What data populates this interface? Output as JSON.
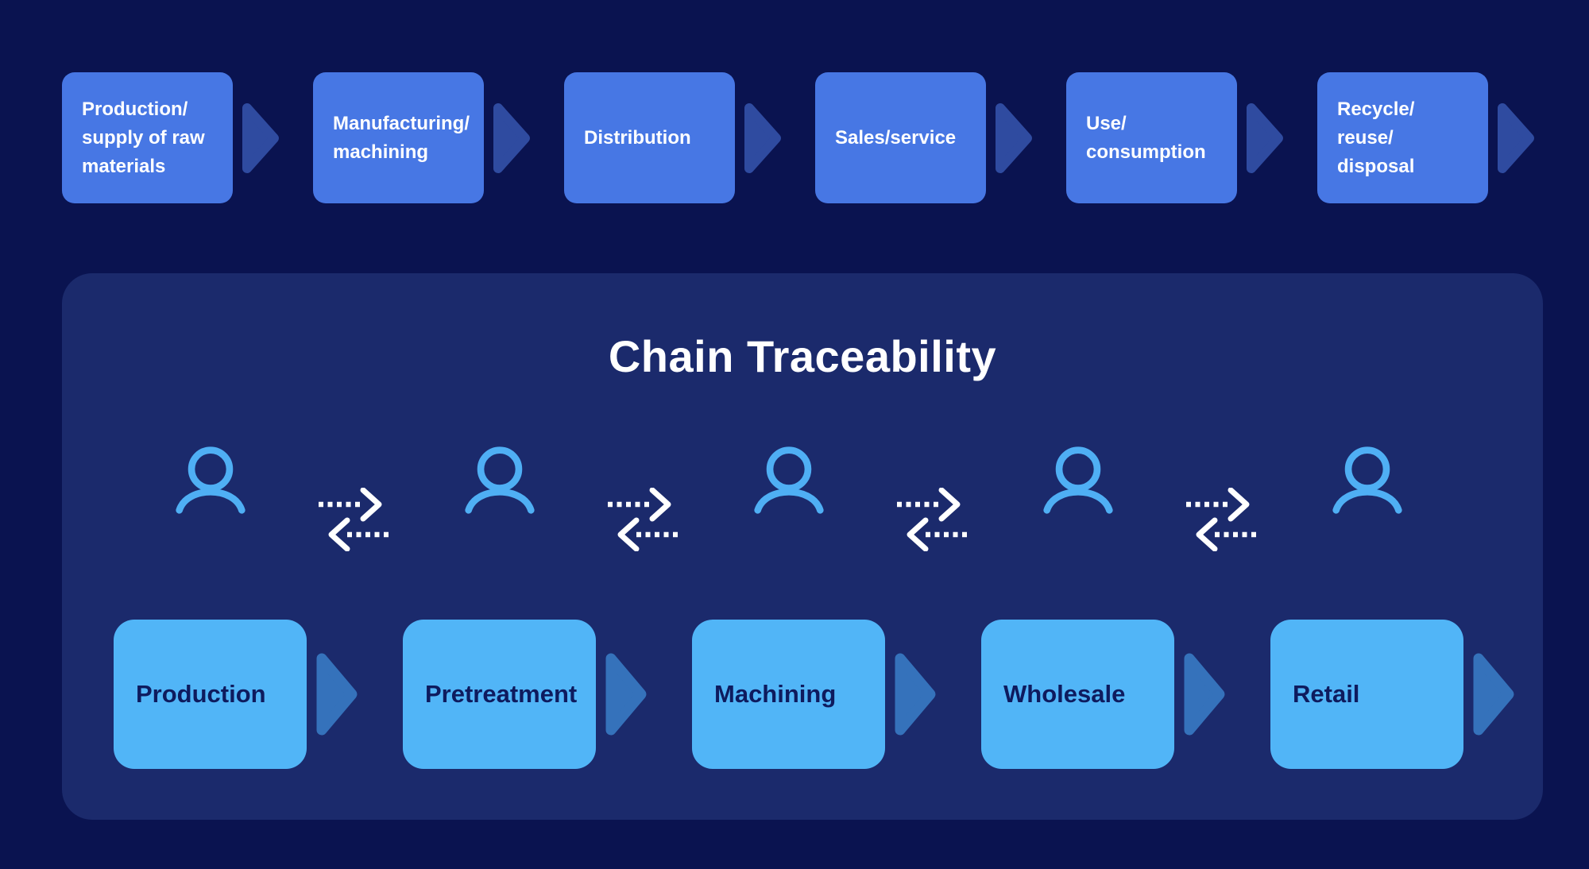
{
  "colors": {
    "background": "#0A1350",
    "panel": "#1B2A6C",
    "top_box": "#4777E4",
    "top_arrow": "#2F4BA0",
    "bottom_box": "#51B5F7",
    "bottom_arrow": "#3572BB",
    "person_icon": "#4FAFF4",
    "text_on_light": "#0E1B5E",
    "text_on_dark": "#FFFFFF",
    "exchange_arrow": "#FFFFFF"
  },
  "top_flow": {
    "arrow_icon": "chevron-right-arrow",
    "items": [
      {
        "label": "Production/\nsupply of raw\nmaterials"
      },
      {
        "label": "Manufacturing/\nmachining"
      },
      {
        "label": "Distribution"
      },
      {
        "label": "Sales/service"
      },
      {
        "label": "Use/\nconsumption"
      },
      {
        "label": "Recycle/\nreuse/\ndisposal"
      }
    ]
  },
  "panel": {
    "title": "Chain Traceability",
    "actors": {
      "count": 5,
      "icon": "person-icon",
      "exchange_icon": "bidirectional-dashed-arrows"
    },
    "bottom_flow": {
      "arrow_icon": "chevron-right-arrow",
      "items": [
        {
          "label": "Production"
        },
        {
          "label": "Pretreatment"
        },
        {
          "label": "Machining"
        },
        {
          "label": "Wholesale"
        },
        {
          "label": "Retail"
        }
      ]
    }
  }
}
